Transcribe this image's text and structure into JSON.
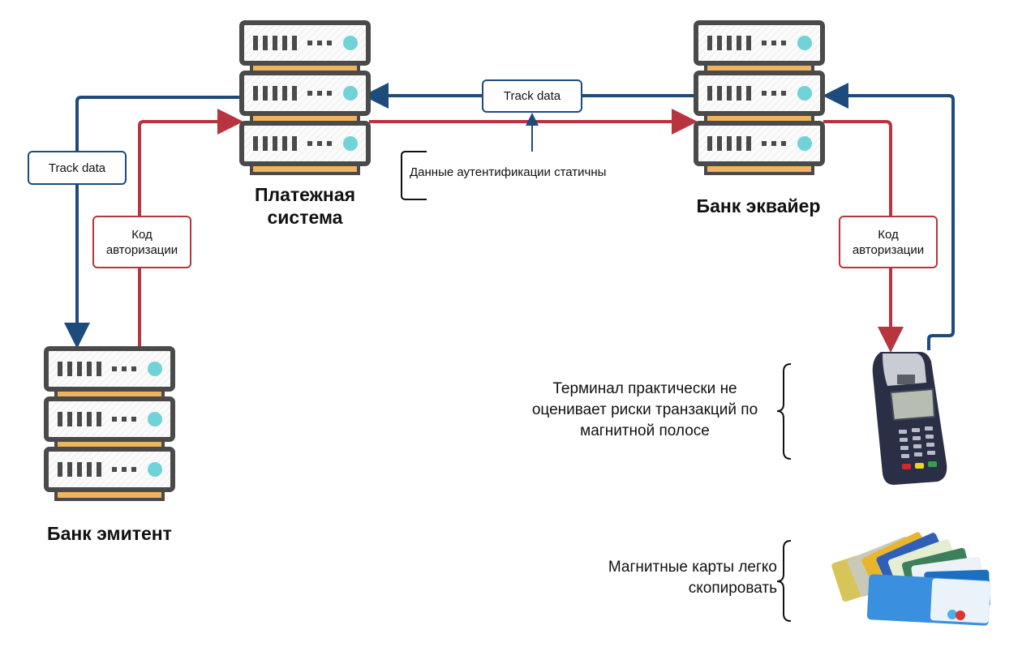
{
  "nodes": {
    "payment_system": {
      "title_line1": "Платежная",
      "title_line2": "система"
    },
    "acquirer": {
      "title": "Банк эквайер"
    },
    "issuer": {
      "title": "Банк эмитент"
    }
  },
  "flow_labels": {
    "track_data_left": "Track data",
    "track_data_top": "Track data",
    "auth_code_left_line1": "Код",
    "auth_code_left_line2": "авторизации",
    "auth_code_right_line1": "Код",
    "auth_code_right_line2": "авторизации"
  },
  "annotations": {
    "static_auth": "Данные аутентификации статичны",
    "terminal_line1": "Терминал практически не",
    "terminal_line2": "оценивает риски транзакций по",
    "terminal_line3": "магнитной полосе",
    "cards_line1": "Магнитные карты легко",
    "cards_line2": "скопировать"
  },
  "colors": {
    "request_flow": "#1d4b7c",
    "response_flow": "#b8343e",
    "server_frame": "#4a4a4a",
    "server_accent": "#f0b35e",
    "server_led": "#6fd3d8"
  }
}
